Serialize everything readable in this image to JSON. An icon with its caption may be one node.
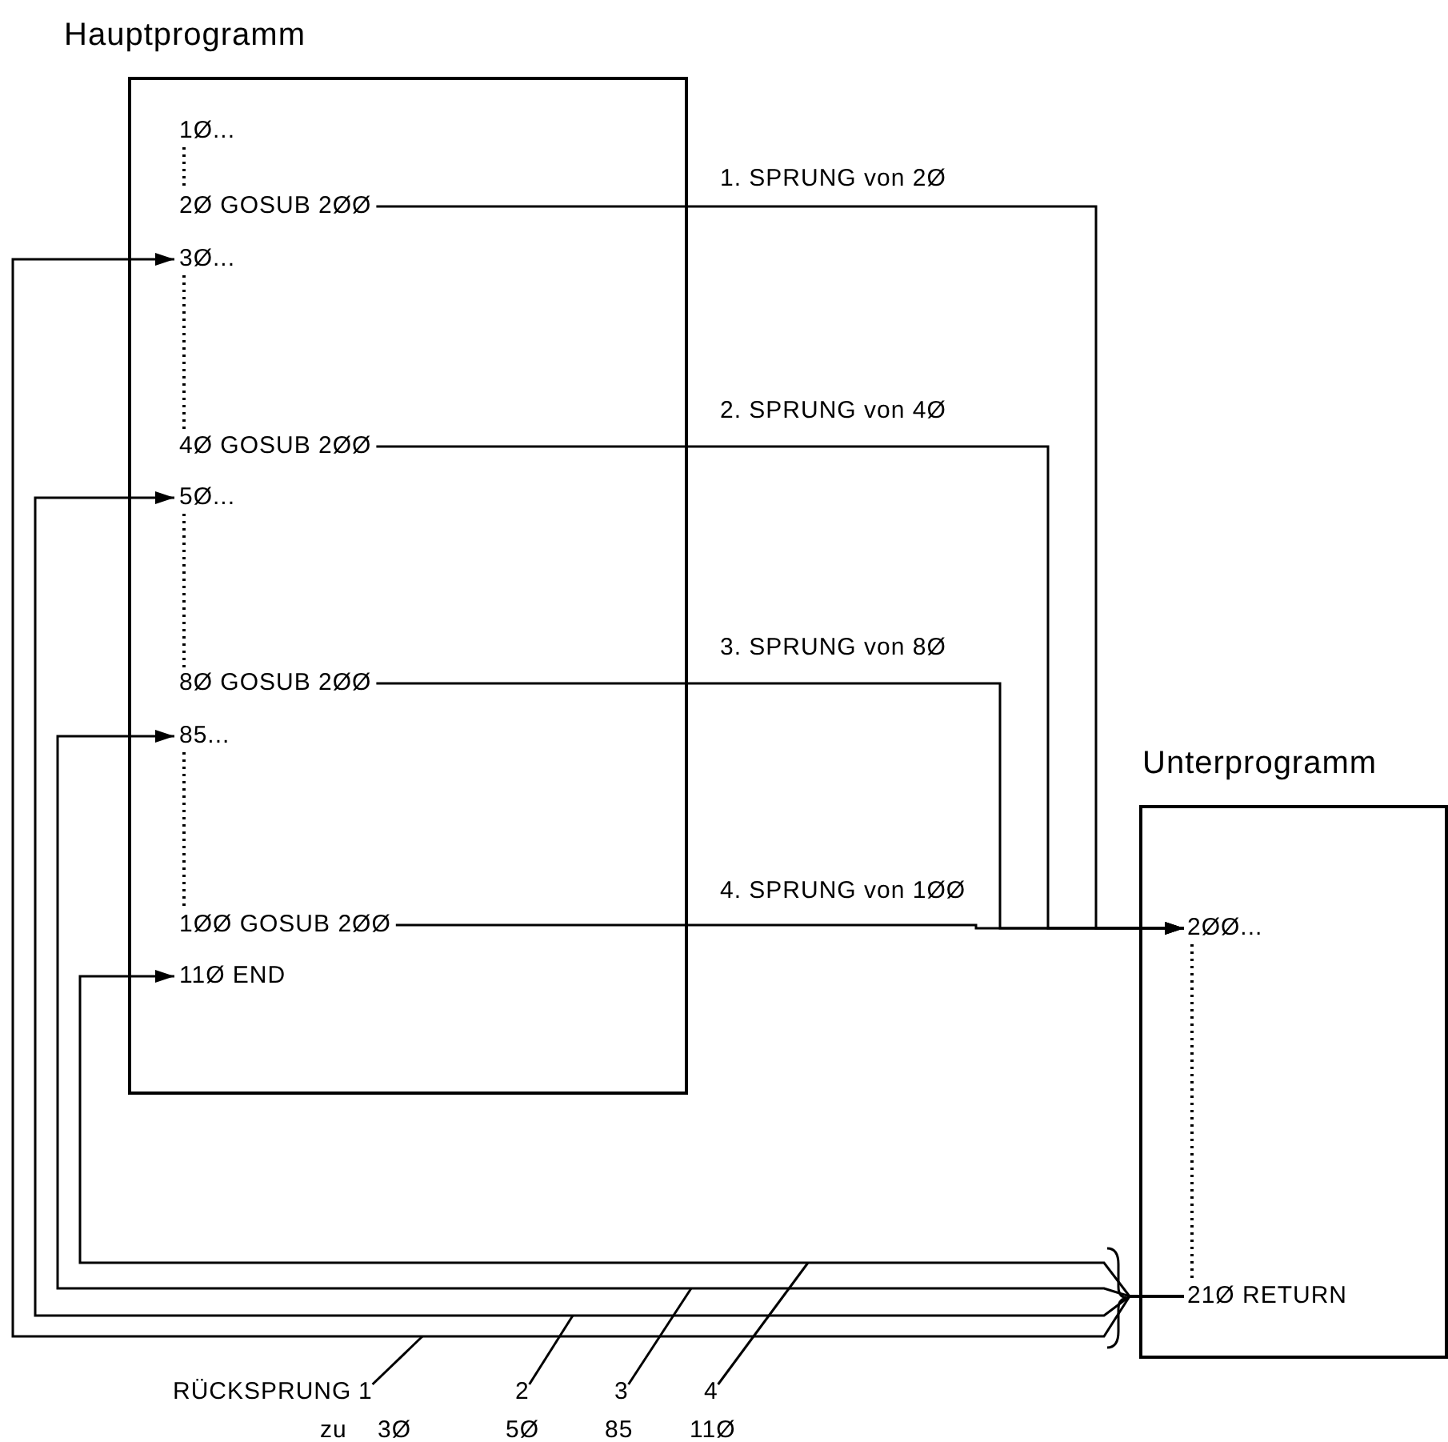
{
  "diagram": {
    "nodes": [
      {
        "text": [
          "Hauptprogramm"
        ]
      },
      {
        "text": [
          "1Ø..."
        ],
        "in": 0
      },
      {
        "text": [
          "2Ø GOSUB 2ØØ"
        ],
        "in": 0
      },
      {
        "text": [
          "3Ø..."
        ],
        "in": 0
      },
      {
        "text": [
          "4Ø GOSUB 2ØØ"
        ],
        "in": 0
      },
      {
        "text": [
          "5Ø..."
        ],
        "in": 0
      },
      {
        "text": [
          "8Ø GOSUB 2ØØ"
        ],
        "in": 0
      },
      {
        "text": [
          "85..."
        ],
        "in": 0
      },
      {
        "text": [
          "1ØØ GOSUB 2ØØ"
        ],
        "in": 0
      },
      {
        "text": [
          "11Ø END"
        ],
        "in": 0
      },
      {
        "text": [
          "Unterprogramm"
        ]
      },
      {
        "text": [
          "2ØØ..."
        ],
        "in": 10
      },
      {
        "text": [
          "21Ø RETURN"
        ],
        "in": 10
      },
      {
        "text": [
          "1"
        ]
      },
      {
        "text": [
          "2"
        ]
      },
      {
        "text": [
          "3"
        ]
      },
      {
        "text": [
          "4"
        ]
      }
    ],
    "edges": [
      {
        "from": 2,
        "to": 11,
        "arrow": "to",
        "label": "1. SPRUNG von 2Ø"
      },
      {
        "from": 4,
        "to": 11,
        "arrow": "to",
        "label": "2. SPRUNG von 4Ø"
      },
      {
        "from": 6,
        "to": 11,
        "arrow": "to",
        "label": "3. SPRUNG von 8Ø"
      },
      {
        "from": 8,
        "to": 11,
        "arrow": "to",
        "label": "4. SPRUNG von 1ØØ"
      },
      {
        "from": 12,
        "to": 3,
        "arrow": "to"
      },
      {
        "from": 12,
        "to": 5,
        "arrow": "to"
      },
      {
        "from": 12,
        "to": 7,
        "arrow": "to"
      },
      {
        "from": 12,
        "to": 9,
        "arrow": "to"
      },
      {
        "from": 13,
        "to": null,
        "arrow": "none"
      },
      {
        "from": 14,
        "to": null,
        "arrow": "none"
      },
      {
        "from": 15,
        "to": null,
        "arrow": "none"
      },
      {
        "from": 16,
        "to": null,
        "arrow": "none"
      },
      {
        "from": 1,
        "to": 2,
        "arrow": "none",
        "style": "dashed"
      },
      {
        "from": 3,
        "to": 4,
        "arrow": "none",
        "style": "dashed"
      },
      {
        "from": 5,
        "to": 6,
        "arrow": "none",
        "style": "dashed"
      },
      {
        "from": 7,
        "to": 8,
        "arrow": "none",
        "style": "dashed"
      },
      {
        "from": 11,
        "to": 12,
        "arrow": "none",
        "style": "dashed"
      }
    ],
    "labels": [
      "RÜCKSPRUNG",
      "zu",
      "3Ø",
      "5Ø",
      "85",
      "11Ø"
    ]
  }
}
